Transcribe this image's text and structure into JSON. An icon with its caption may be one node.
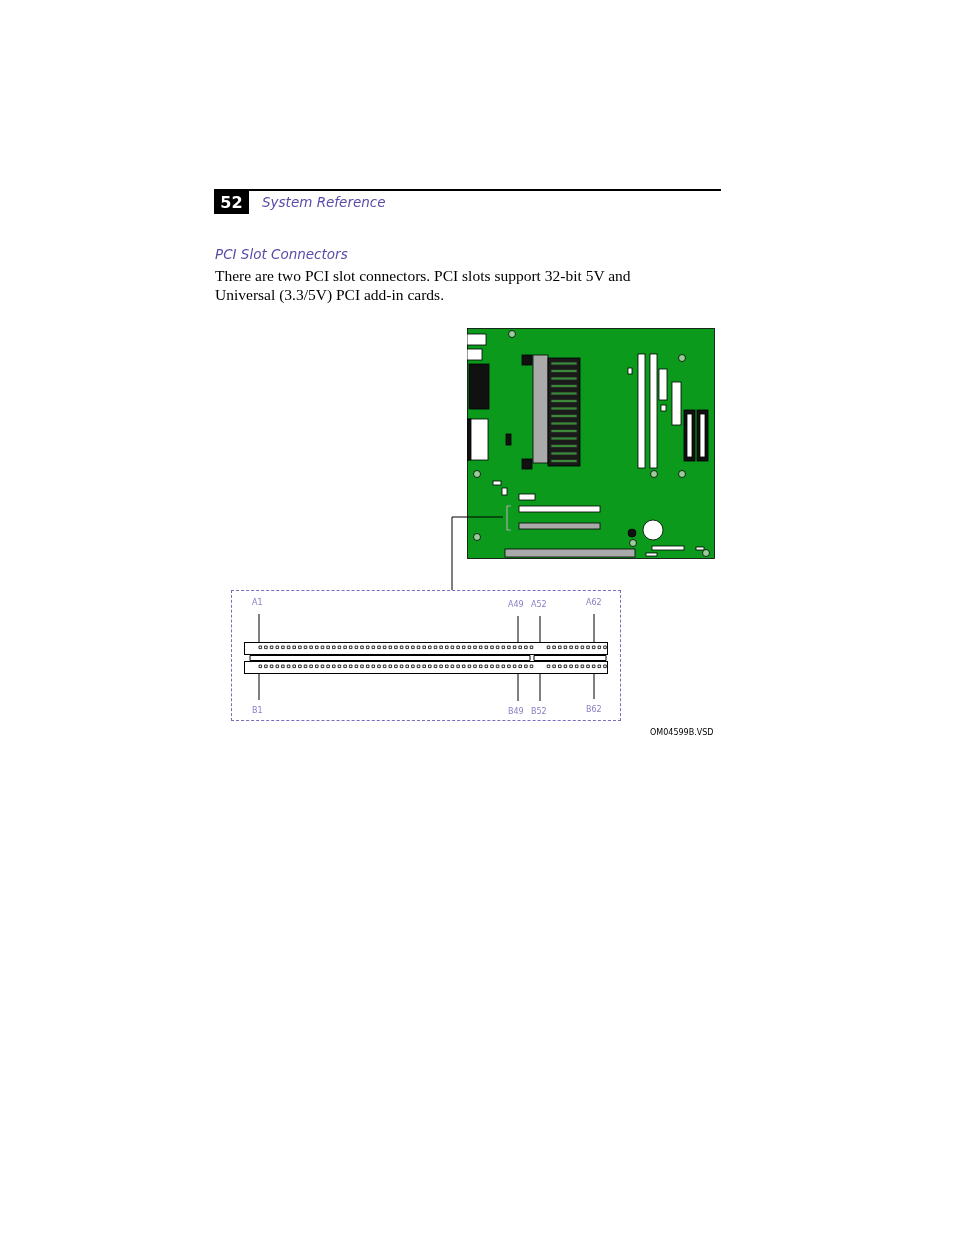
{
  "diagram": {
    "title": "PCI Slot Connectors",
    "nodes": [
      {
        "text": [],
        "shape": "picture"
      },
      {
        "text": [],
        "shape": "box"
      },
      {
        "text": [],
        "shape": "bar",
        "in": 1
      },
      {
        "text": [],
        "shape": "bar",
        "in": 1
      },
      {
        "text": [
          "A1"
        ],
        "in": 1
      },
      {
        "text": [
          "A49"
        ],
        "in": 1
      },
      {
        "text": [
          "A52"
        ],
        "in": 1
      },
      {
        "text": [
          "A62"
        ],
        "in": 1
      },
      {
        "text": [
          "B1"
        ],
        "in": 1
      },
      {
        "text": [
          "B49"
        ],
        "in": 1
      },
      {
        "text": [
          "B52"
        ],
        "in": 1
      },
      {
        "text": [
          "B62"
        ],
        "in": 1
      }
    ],
    "edges": [
      {
        "from": 0,
        "to": 1,
        "arrow": "none"
      },
      {
        "from": 4,
        "to": 2,
        "arrow": "none"
      },
      {
        "from": 5,
        "to": 2,
        "arrow": "none"
      },
      {
        "from": 6,
        "to": 2,
        "arrow": "none"
      },
      {
        "from": 7,
        "to": 2,
        "arrow": "none"
      },
      {
        "from": 8,
        "to": 3,
        "arrow": "none"
      },
      {
        "from": 9,
        "to": 3,
        "arrow": "none"
      },
      {
        "from": 10,
        "to": 3,
        "arrow": "none"
      },
      {
        "from": 11,
        "to": 3,
        "arrow": "none"
      }
    ],
    "labels": [
      "52",
      "System Reference",
      "There are two PCI slot connectors. PCI slots support 32-bit 5V and Universal (3.3/5V) PCI add-in cards.",
      "OM04599B.VSD"
    ]
  }
}
